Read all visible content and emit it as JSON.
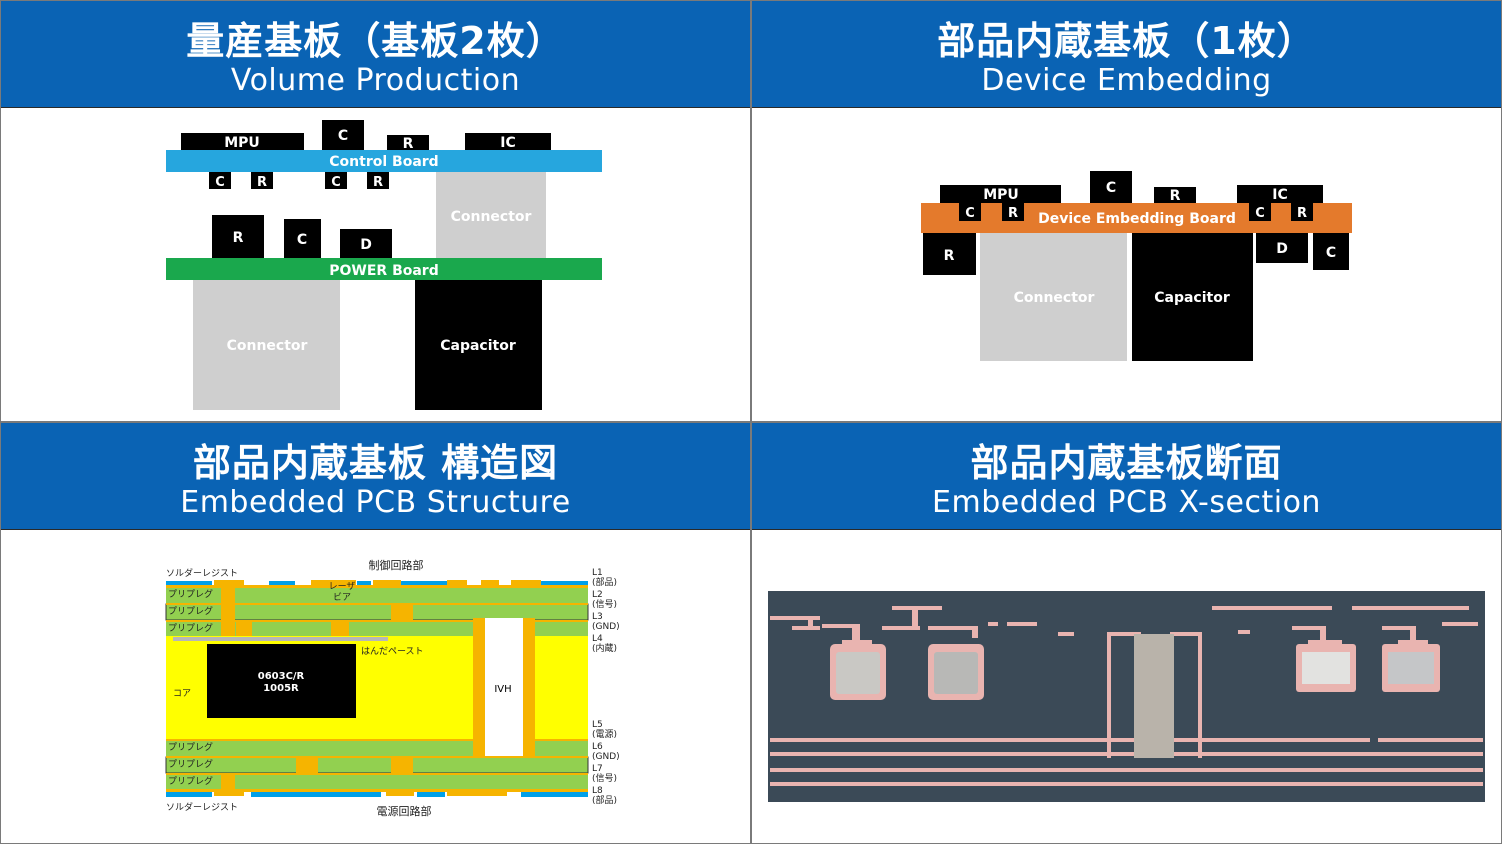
{
  "panels": [
    {
      "title_jp": "量産基板（基板2枚）",
      "title_en": "Volume Production",
      "labels": {
        "mpu": "MPU",
        "c": "C",
        "r": "R",
        "ic": "IC",
        "d": "D",
        "control_board": "Control Board",
        "power_board": "POWER Board",
        "connector": "Connector",
        "capacitor": "Capacitor"
      },
      "colors": {
        "control_board": "#26a6de",
        "power_board": "#1aa84d",
        "connector": "#cfcfcf",
        "component": "#000000"
      }
    },
    {
      "title_jp": "部品内蔵基板（1枚）",
      "title_en": "Device Embedding",
      "labels": {
        "mpu": "MPU",
        "c": "C",
        "r": "R",
        "ic": "IC",
        "d": "D",
        "board": "Device Embedding Board",
        "connector": "Connector",
        "capacitor": "Capacitor"
      },
      "colors": {
        "board": "#e47a2c",
        "connector": "#cfcfcf",
        "component": "#000000"
      }
    },
    {
      "title_jp": "部品内蔵基板  構造図",
      "title_en": "Embedded PCB Structure",
      "labels": {
        "solder_resist": "ソルダーレジスト",
        "control_circuit": "制御回路部",
        "power_circuit": "電源回路部",
        "prepreg": "プリプレグ",
        "laser_via_1": "レーザ",
        "laser_via_2": "ビア",
        "solder_paste": "はんだペースト",
        "core": "コア",
        "chip_1": "0603C/R",
        "chip_2": "1005R",
        "ivh": "IVH",
        "l1": "L1",
        "l1_sub": "(部品)",
        "l2": "L2",
        "l2_sub": "(信号)",
        "l3": "L3",
        "l3_sub": "(GND)",
        "l4": "L4",
        "l4_sub": "(内蔵)",
        "l5": "L5",
        "l5_sub": "(電源)",
        "l6": "L6",
        "l6_sub": "(GND)",
        "l7": "L7",
        "l7_sub": "(信号)",
        "l8": "L8",
        "l8_sub": "(部品)"
      },
      "colors": {
        "core": "#ffff00",
        "prepreg": "#92d050",
        "copper": "#f6b400",
        "resist": "#00a0e9"
      }
    },
    {
      "title_jp": "部品内蔵基板断面",
      "title_en": "Embedded PCB X-section",
      "colors": {
        "background": "#3b4a57",
        "copper": "#e9b4b0"
      }
    }
  ]
}
